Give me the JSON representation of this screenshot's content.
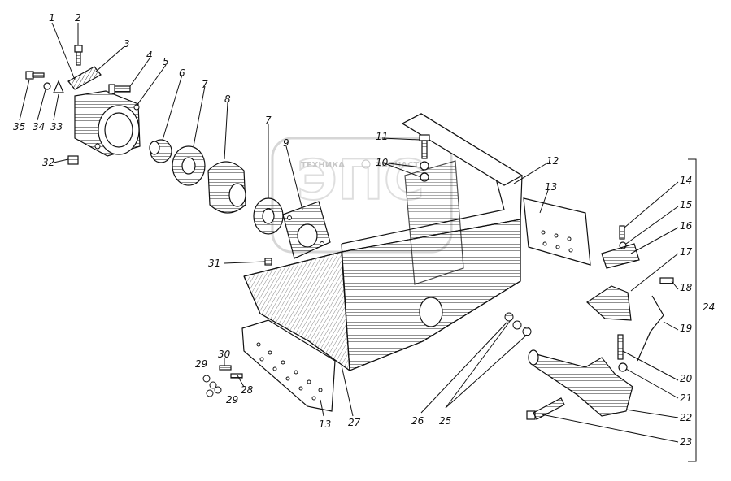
{
  "watermark": {
    "text_left": "ТЕХНИКА",
    "text_right": "ЗАПЧАСТИ"
  },
  "callouts": [
    {
      "id": "1",
      "text": "1"
    },
    {
      "id": "2",
      "text": "2"
    },
    {
      "id": "3",
      "text": "3"
    },
    {
      "id": "4",
      "text": "4"
    },
    {
      "id": "5",
      "text": "5"
    },
    {
      "id": "6",
      "text": "6"
    },
    {
      "id": "7a",
      "text": "7"
    },
    {
      "id": "8",
      "text": "8"
    },
    {
      "id": "7b",
      "text": "7"
    },
    {
      "id": "9",
      "text": "9"
    },
    {
      "id": "11",
      "text": "11"
    },
    {
      "id": "10",
      "text": "10"
    },
    {
      "id": "12",
      "text": "12"
    },
    {
      "id": "13a",
      "text": "13"
    },
    {
      "id": "14",
      "text": "14"
    },
    {
      "id": "15",
      "text": "15"
    },
    {
      "id": "16",
      "text": "16"
    },
    {
      "id": "17",
      "text": "17"
    },
    {
      "id": "18",
      "text": "18"
    },
    {
      "id": "19",
      "text": "19"
    },
    {
      "id": "20",
      "text": "20"
    },
    {
      "id": "21",
      "text": "21"
    },
    {
      "id": "22",
      "text": "22"
    },
    {
      "id": "23",
      "text": "23"
    },
    {
      "id": "24",
      "text": "24"
    },
    {
      "id": "25",
      "text": "25"
    },
    {
      "id": "26",
      "text": "26"
    },
    {
      "id": "27",
      "text": "27"
    },
    {
      "id": "13b",
      "text": "13"
    },
    {
      "id": "28",
      "text": "28"
    },
    {
      "id": "29a",
      "text": "29"
    },
    {
      "id": "29b",
      "text": "29"
    },
    {
      "id": "30",
      "text": "30"
    },
    {
      "id": "31",
      "text": "31"
    },
    {
      "id": "32",
      "text": "32"
    },
    {
      "id": "33",
      "text": "33"
    },
    {
      "id": "34",
      "text": "34"
    },
    {
      "id": "35",
      "text": "35"
    }
  ]
}
